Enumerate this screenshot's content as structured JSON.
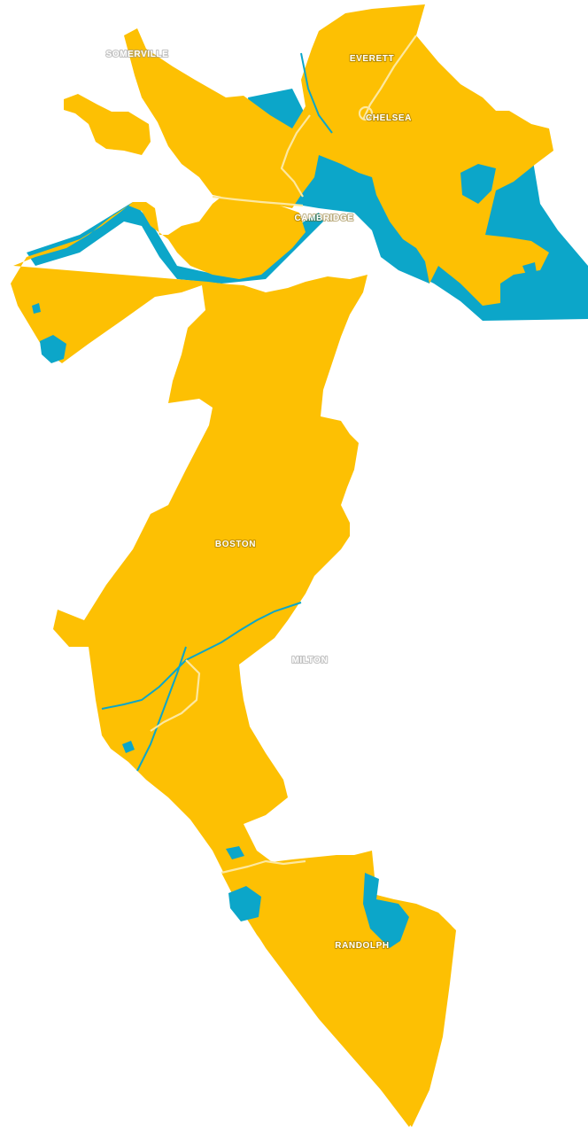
{
  "colors": {
    "district_fill": "#FDC003",
    "water": "#0CA6C9",
    "boundary": "#FDE8A0",
    "background": "#FFFFFF"
  },
  "labels": {
    "somerville": "SOMERVILLE",
    "everett": "EVERETT",
    "chelsea": "CHELSEA",
    "cambridge": "CAMBRIDGE",
    "boston": "BOSTON",
    "milton": "MILTON",
    "randolph": "RANDOLPH"
  }
}
